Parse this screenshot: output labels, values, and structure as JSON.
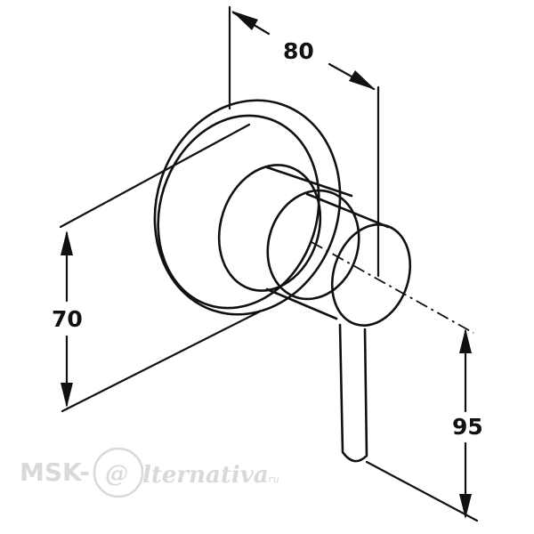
{
  "dimensions": {
    "depth": "80",
    "plate_height": "70",
    "lever_height": "95"
  },
  "watermark": {
    "prefix": "MSK-",
    "at_symbol": "@",
    "brand": "lternativa",
    "tld": ".ru"
  },
  "colors": {
    "line": "#111111",
    "watermark": "#d9d9d9",
    "background": "#ffffff"
  }
}
